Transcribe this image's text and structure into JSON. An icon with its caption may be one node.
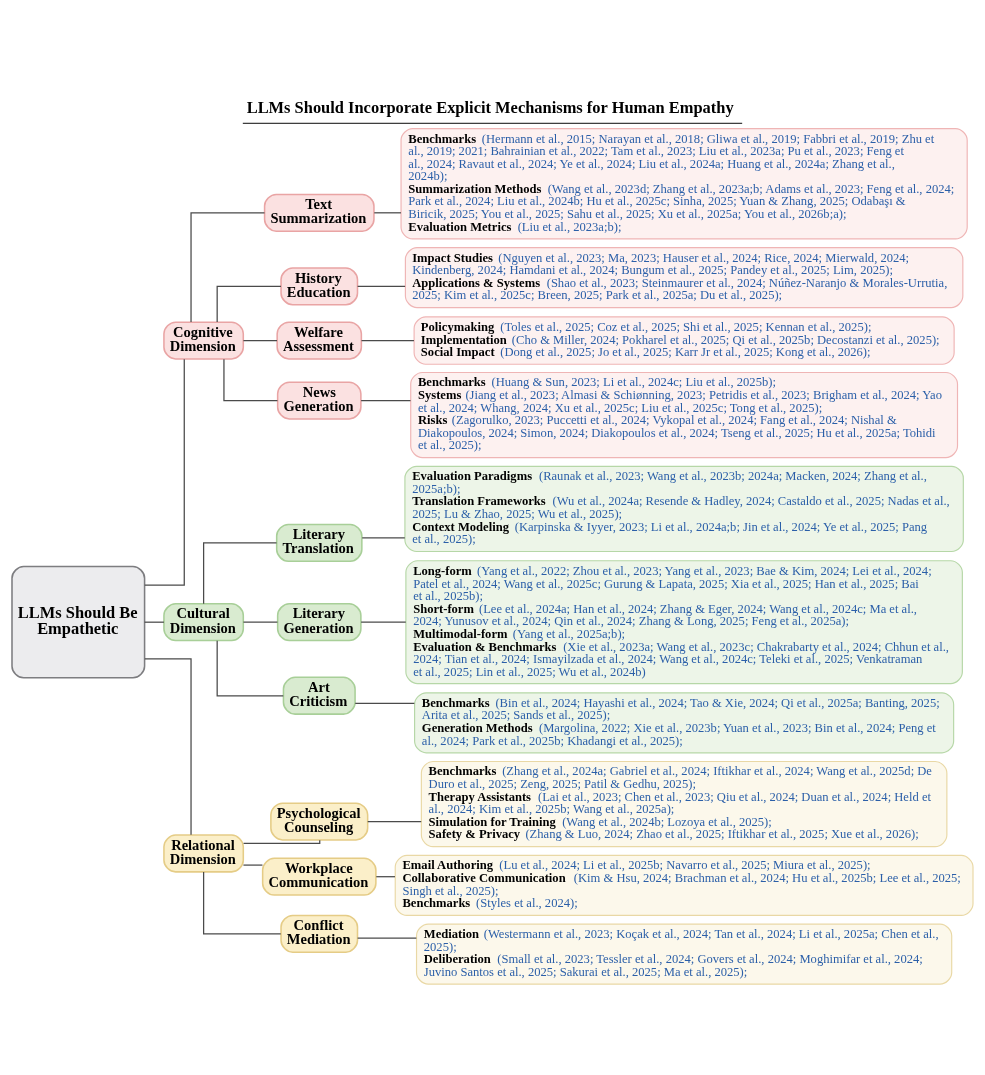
{
  "diagram": {
    "title": "LLMs Should Incorporate Explicit Mechanisms for Human Empathy",
    "nodes": [
      {
        "text": [
          "LLMs Should Be Empathetic"
        ]
      },
      {
        "text": [
          "Cognitive Dimension"
        ]
      },
      {
        "text": [
          "Text Summarization"
        ]
      },
      {
        "text": [
          "**Benchmarks** (Hermann et al., 2015; Narayan et al., 2018; Gliwa et al., 2019; Fabbri et al., 2019; Zhu et al., 2019; 2021; Bahrainian et al., 2022; Tam et al., 2023; Liu et al., 2023a; Pu et al., 2023; Feng et al., 2024; Ravaut et al., 2024; Ye et al., 2024; Liu et al., 2024a; Huang et al., 2024a; Zhang et al., 2024b);",
          "**Summarization Methods** (Wang et al., 2023d; Zhang et al., 2023a;b; Adams et al., 2023; Feng et al., 2024; Park et al., 2024; Liu et al., 2024b; Hu et al., 2025c; Sinha, 2025; Yuan & Zhang, 2025; Odabaşı & Biricik, 2025; You et al., 2025; Sahu et al., 2025; Xu et al., 2025a; You et al., 2026b;a);",
          "**Evaluation Metrics** (Liu et al., 2023a;b);"
        ]
      },
      {
        "text": [
          "History Education"
        ]
      },
      {
        "text": [
          "**Impact Studies** (Nguyen et al., 2023; Ma, 2023; Hauser et al., 2024; Rice, 2024; Mierwald, 2024; Kindenberg, 2024; Hamdani et al., 2024; Bungum et al., 2025; Pandey et al., 2025; Lim, 2025);",
          "**Applications & Systems** (Shao et al., 2023; Steinmaurer et al., 2024; Núñez-Naranjo & Morales-Urrutia, 2025; Kim et al., 2025c; Breen, 2025; Park et al., 2025a; Du et al., 2025);"
        ]
      },
      {
        "text": [
          "Welfare Assessment"
        ]
      },
      {
        "text": [
          "**Policymaking** (Toles et al., 2025; Coz et al., 2025; Shi et al., 2025; Kennan et al., 2025);",
          "**Implementation** (Cho & Miller, 2024; Pokharel et al., 2025; Qi et al., 2025b; Decostanzi et al., 2025);",
          "**Social Impact** (Dong et al., 2025; Jo et al., 2025; Karr Jr et al., 2025; Kong et al., 2026);"
        ]
      },
      {
        "text": [
          "News Generation"
        ]
      },
      {
        "text": [
          "**Benchmarks** (Huang & Sun, 2023; Li et al., 2024c; Liu et al., 2025b);",
          "**Systems** (Jiang et al., 2023; Almasi & Schiønning, 2023; Petridis et al., 2023; Brigham et al., 2024; Yao et al., 2024; Whang, 2024; Xu et al., 2025c; Liu et al., 2025c; Tong et al., 2025);",
          "**Risks** (Zagorulko, 2023; Puccetti et al., 2024; Vykopal et al., 2024; Fang et al., 2024; Nishal & Diakopoulos, 2024; Simon, 2024; Diakopoulos et al., 2024; Tseng et al., 2025; Hu et al., 2025a; Tohidi et al., 2025);"
        ]
      },
      {
        "text": [
          "Cultural Dimension"
        ]
      },
      {
        "text": [
          "Literary Translation"
        ]
      },
      {
        "text": [
          "**Evaluation Paradigms** (Raunak et al., 2023; Wang et al., 2023b; 2024a; Macken, 2024; Zhang et al., 2025a;b);",
          "**Translation Frameworks** (Wu et al., 2024a; Resende & Hadley, 2024; Castaldo et al., 2025; Nadas et al., 2025; Lu & Zhao, 2025; Wu et al., 2025);",
          "**Context Modeling** (Karpinska & Iyyer, 2023; Li et al., 2024a;b; Jin et al., 2024; Ye et al., 2025; Pang et al., 2025);"
        ]
      },
      {
        "text": [
          "Literary Generation"
        ]
      },
      {
        "text": [
          "**Long-form** (Yang et al., 2022; Zhou et al., 2023; Yang et al., 2023; Bae & Kim, 2024; Lei et al., 2024; Patel et al., 2024; Wang et al., 2025c; Gurung & Lapata, 2025; Xia et al., 2025; Han et al., 2025; Bai et al., 2025b);",
          "**Short-form** (Lee et al., 2024a; Han et al., 2024; Zhang & Eger, 2024; Wang et al., 2024c; Ma et al., 2024; Yunusov et al., 2024; Qin et al., 2024; Zhang & Long, 2025; Feng et al., 2025a);",
          "**Multimodal-form** (Yang et al., 2025a;b);",
          "**Evaluation & Benchmarks** (Xie et al., 2023a; Wang et al., 2023c; Chakrabarty et al., 2024; Chhun et al., 2024; Tian et al., 2024; Ismayilzada et al., 2024; Wang et al., 2024c; Teleki et al., 2025; Venkatraman et al., 2025; Lin et al., 2025; Wu et al., 2024b)"
        ]
      },
      {
        "text": [
          "Art Criticism"
        ]
      },
      {
        "text": [
          "**Benchmarks** (Bin et al., 2024; Hayashi et al., 2024; Tao & Xie, 2024; Qi et al., 2025a; Banting, 2025; Arita et al., 2025; Sands et al., 2025);",
          "**Generation Methods** (Margolina, 2022; Xie et al., 2023b; Yuan et al., 2023; Bin et al., 2024; Peng et al., 2024; Park et al., 2025b; Khadangi et al., 2025);"
        ]
      },
      {
        "text": [
          "Relational Dimension"
        ]
      },
      {
        "text": [
          "Psychological Counseling"
        ]
      },
      {
        "text": [
          "**Benchmarks** (Zhang et al., 2024a; Gabriel et al., 2024; Iftikhar et al., 2024; Wang et al., 2025d; De Duro et al., 2025; Zeng, 2025; Patil & Gedhu, 2025);",
          "**Therapy Assistants** (Lai et al., 2023; Chen et al., 2023; Qiu et al., 2024; Duan et al., 2024; Held et al., 2024; Kim et al., 2025b; Wang et al., 2025a);",
          "**Simulation for Training** (Wang et al., 2024b; Lozoya et al., 2025);",
          "**Safety & Privacy** (Zhang & Luo, 2024; Zhao et al., 2025; Iftikhar et al., 2025; Xue et al., 2026);"
        ]
      },
      {
        "text": [
          "Workplace Communication"
        ]
      },
      {
        "text": [
          "**Email Authoring** (Lu et al., 2024; Li et al., 2025b; Navarro et al., 2025; Miura et al., 2025);",
          "**Collaborative Communication** (Kim & Hsu, 2024; Brachman et al., 2024; Hu et al., 2025b; Lee et al., 2025; Singh et al., 2025);",
          "**Benchmarks** (Styles et al., 2024);"
        ]
      },
      {
        "text": [
          "Conflict Mediation"
        ]
      },
      {
        "text": [
          "**Mediation** (Westermann et al., 2023; Koçak et al., 2024; Tan et al., 2024; Li et al., 2025a; Chen et al., 2025);",
          "**Deliberation** (Small et al., 2023; Tessler et al., 2024; Govers et al., 2024; Moghimifar et al., 2024; Juvino Santos et al., 2025; Sakurai et al., 2025; Ma et al., 2025);"
        ]
      }
    ],
    "edges": [
      {
        "from": 0,
        "to": 1,
        "arrow": "none"
      },
      {
        "from": 0,
        "to": 10,
        "arrow": "none"
      },
      {
        "from": 0,
        "to": 17,
        "arrow": "none"
      },
      {
        "from": 1,
        "to": 2,
        "arrow": "none"
      },
      {
        "from": 1,
        "to": 4,
        "arrow": "none"
      },
      {
        "from": 1,
        "to": 6,
        "arrow": "none"
      },
      {
        "from": 1,
        "to": 8,
        "arrow": "none"
      },
      {
        "from": 2,
        "to": 3,
        "arrow": "none"
      },
      {
        "from": 4,
        "to": 5,
        "arrow": "none"
      },
      {
        "from": 6,
        "to": 7,
        "arrow": "none"
      },
      {
        "from": 8,
        "to": 9,
        "arrow": "none"
      },
      {
        "from": 10,
        "to": 11,
        "arrow": "none"
      },
      {
        "from": 10,
        "to": 13,
        "arrow": "none"
      },
      {
        "from": 10,
        "to": 15,
        "arrow": "none"
      },
      {
        "from": 11,
        "to": 12,
        "arrow": "none"
      },
      {
        "from": 13,
        "to": 14,
        "arrow": "none"
      },
      {
        "from": 15,
        "to": 16,
        "arrow": "none"
      },
      {
        "from": 17,
        "to": 18,
        "arrow": "none"
      },
      {
        "from": 17,
        "to": 20,
        "arrow": "none"
      },
      {
        "from": 17,
        "to": 22,
        "arrow": "none"
      },
      {
        "from": 18,
        "to": 19,
        "arrow": "none"
      },
      {
        "from": 20,
        "to": 21,
        "arrow": "none"
      },
      {
        "from": 22,
        "to": 23,
        "arrow": "none"
      }
    ]
  }
}
